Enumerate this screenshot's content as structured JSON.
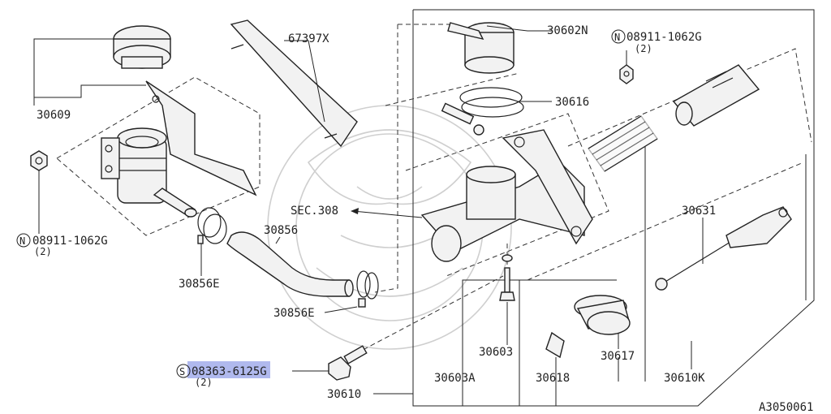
{
  "diagram": {
    "labels": {
      "p30602N": "30602N",
      "p08911_top": "08911-1062G",
      "p08911_top_qty": "(2)",
      "p67397X": "67397X",
      "p30609": "30609",
      "p30616": "30616",
      "p08911_left": "08911-1062G",
      "p08911_left_qty": "(2)",
      "sec308": "SEC.308",
      "p30856": "30856",
      "p30631": "30631",
      "p30856E_a": "30856E",
      "p30856E_b": "30856E",
      "p30603": "30603",
      "p30617": "30617",
      "p08363": "08363-6125G",
      "p08363_qty": "(2)",
      "p30603A": "30603A",
      "p30618": "30618",
      "p30610K": "30610K",
      "p30610": "30610",
      "figure_code": "A3050061"
    },
    "prefix_n": "N",
    "prefix_s": "S",
    "highlight_color": "#6f7fe0"
  }
}
